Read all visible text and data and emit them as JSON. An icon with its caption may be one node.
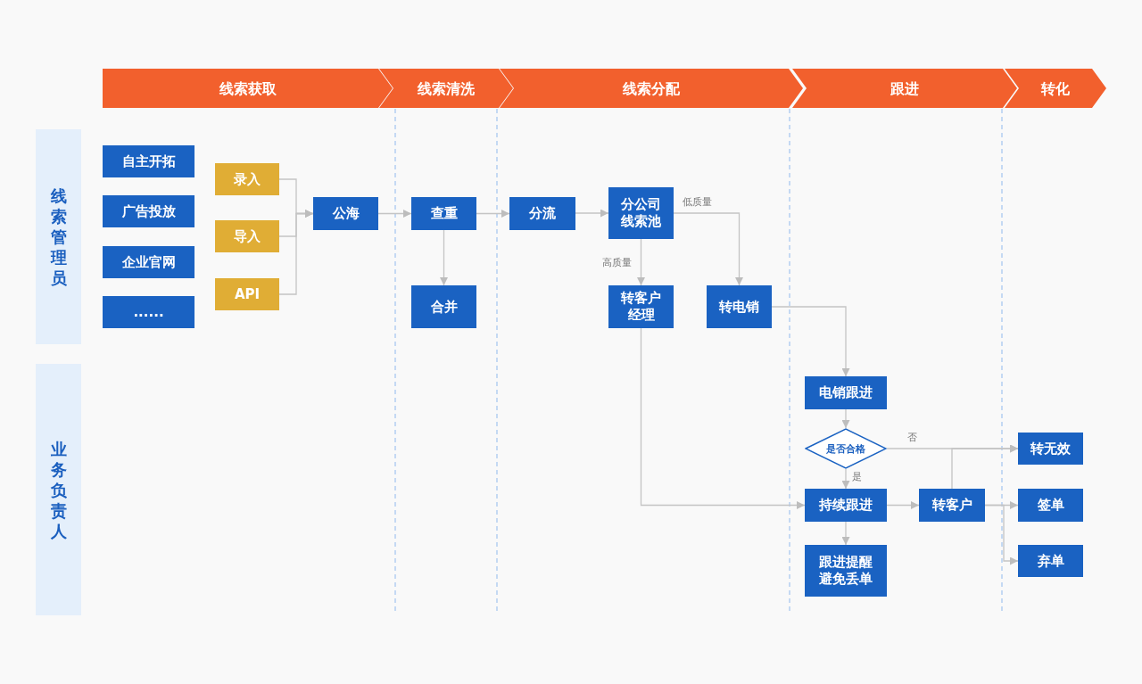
{
  "diagram": {
    "nodes": [
      {
        "text": [
          "线索获取"
        ]
      },
      {
        "text": [
          "线索清洗"
        ]
      },
      {
        "text": [
          "线索分配"
        ]
      },
      {
        "text": [
          "跟进"
        ]
      },
      {
        "text": [
          "转化"
        ]
      },
      {
        "text": [
          "线索管理员"
        ]
      },
      {
        "text": [
          "业务负责人"
        ]
      },
      {
        "text": [
          "自主开拓"
        ]
      },
      {
        "text": [
          "广告投放"
        ]
      },
      {
        "text": [
          "企业官网"
        ]
      },
      {
        "text": [
          "......"
        ]
      },
      {
        "text": [
          "录入"
        ]
      },
      {
        "text": [
          "导入"
        ]
      },
      {
        "text": [
          "API"
        ]
      },
      {
        "text": [
          "公海"
        ]
      },
      {
        "text": [
          "查重"
        ]
      },
      {
        "text": [
          "合并"
        ]
      },
      {
        "text": [
          "分流"
        ]
      },
      {
        "text": [
          "分公司线索池"
        ]
      },
      {
        "text": [
          "转客户经理"
        ]
      },
      {
        "text": [
          "转电销"
        ]
      },
      {
        "text": [
          "电销跟进"
        ]
      },
      {
        "text": [
          "是否合格"
        ]
      },
      {
        "text": [
          "持续跟进"
        ]
      },
      {
        "text": [
          "跟进提醒避免丢单"
        ]
      },
      {
        "text": [
          "转客户"
        ]
      },
      {
        "text": [
          "转无效"
        ]
      },
      {
        "text": [
          "签单"
        ]
      },
      {
        "text": [
          "弃单"
        ]
      }
    ],
    "edges": [
      {
        "from": 11,
        "to": 14,
        "arrow": "to"
      },
      {
        "from": 12,
        "to": 14,
        "arrow": "to"
      },
      {
        "from": 13,
        "to": 14,
        "arrow": "to"
      },
      {
        "from": 14,
        "to": 15,
        "arrow": "to"
      },
      {
        "from": 15,
        "to": 16,
        "arrow": "to"
      },
      {
        "from": 15,
        "to": 17,
        "arrow": "to"
      },
      {
        "from": 17,
        "to": 18,
        "arrow": "to"
      },
      {
        "from": 18,
        "to": 19,
        "arrow": "to",
        "label": "高质量"
      },
      {
        "from": 18,
        "to": 20,
        "arrow": "to",
        "label": "低质量"
      },
      {
        "from": 20,
        "to": 21,
        "arrow": "to"
      },
      {
        "from": 21,
        "to": 22,
        "arrow": "to"
      },
      {
        "from": 22,
        "to": 26,
        "arrow": "to",
        "label": "否"
      },
      {
        "from": 22,
        "to": 23,
        "arrow": "to",
        "label": "是"
      },
      {
        "from": 19,
        "to": 23,
        "arrow": "to"
      },
      {
        "from": 23,
        "to": 24,
        "arrow": "to"
      },
      {
        "from": 23,
        "to": 25,
        "arrow": "to"
      },
      {
        "from": 25,
        "to": 26,
        "arrow": "to"
      },
      {
        "from": 25,
        "to": 27,
        "arrow": "to"
      },
      {
        "from": 25,
        "to": 28,
        "arrow": "to"
      }
    ]
  }
}
